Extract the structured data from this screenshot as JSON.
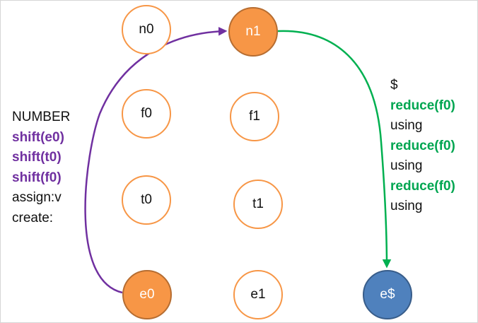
{
  "colors": {
    "node_border": "#f79646",
    "node_active_fill": "#f79646",
    "node_accept_fill": "#4f81bd",
    "shift_edge": "#7030a0",
    "reduce_edge": "#00b050"
  },
  "nodes": {
    "n0": "n0",
    "n1": "n1",
    "f0": "f0",
    "f1": "f1",
    "t0": "t0",
    "t1": "t1",
    "e0": "e0",
    "e1": "e1",
    "e_end": "e$"
  },
  "left_labels": [
    {
      "text": "NUMBER",
      "style": "plain"
    },
    {
      "text": "shift(e0)",
      "style": "purple"
    },
    {
      "text": "shift(t0)",
      "style": "purple"
    },
    {
      "text": "shift(f0)",
      "style": "purple"
    },
    {
      "text": "assign:v",
      "style": "plain"
    },
    {
      "text": "create:",
      "style": "plain"
    }
  ],
  "right_labels": [
    {
      "text": "$",
      "style": "plain"
    },
    {
      "text": "reduce(f0)",
      "style": "green"
    },
    {
      "text": "using",
      "style": "plain"
    },
    {
      "text": "reduce(f0)",
      "style": "green"
    },
    {
      "text": "using",
      "style": "plain"
    },
    {
      "text": "reduce(f0)",
      "style": "green"
    },
    {
      "text": "using",
      "style": "plain"
    }
  ]
}
